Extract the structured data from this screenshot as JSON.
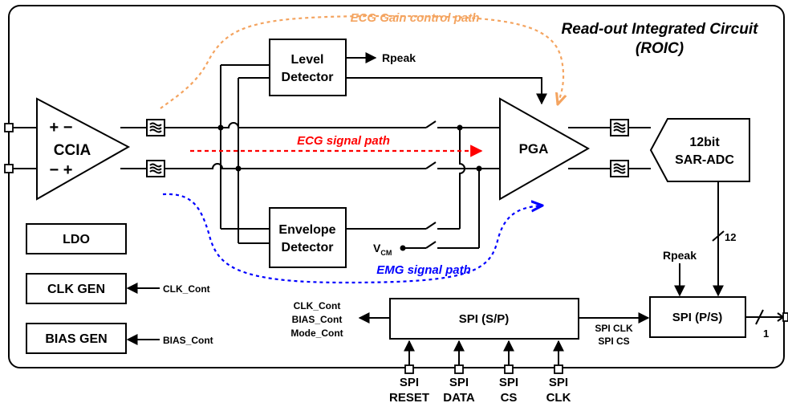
{
  "title": {
    "line1": "Read-out Integrated Circuit",
    "line2": "(ROIC)"
  },
  "paths": {
    "ecg_gain": "ECG Gain control path",
    "ecg_signal": "ECG signal path",
    "emg_signal": "EMG signal path"
  },
  "blocks": {
    "ccia": "CCIA",
    "ccia_top_signs": "+ −",
    "ccia_bottom_signs": "− +",
    "level_detector": [
      "Level",
      "Detector"
    ],
    "envelope_detector": [
      "Envelope",
      "Detector"
    ],
    "pga": "PGA",
    "adc": [
      "12bit",
      "SAR-ADC"
    ],
    "ldo": "LDO",
    "clk_gen": "CLK GEN",
    "bias_gen": "BIAS GEN",
    "spi_sp": "SPI (S/P)",
    "spi_ps": "SPI (P/S)"
  },
  "signals": {
    "rpeak_out": "Rpeak",
    "rpeak_in": "Rpeak",
    "vcm_main": "V",
    "vcm_sub": "CM",
    "bus_width": "12",
    "out_width": "1",
    "clk_cont": "CLK_Cont",
    "bias_cont": "BIAS_Cont",
    "spi_outputs": [
      "CLK_Cont",
      "BIAS_Cont",
      "Mode_Cont"
    ],
    "spi_link": [
      "SPI CLK",
      "SPI CS"
    ]
  },
  "pins": [
    {
      "top": "SPI",
      "bottom": "RESET"
    },
    {
      "top": "SPI",
      "bottom": "DATA"
    },
    {
      "top": "SPI",
      "bottom": "CS"
    },
    {
      "top": "SPI",
      "bottom": "CLK"
    }
  ],
  "colors": {
    "ecg_gain": "#f4a460",
    "ecg_signal": "#ff0000",
    "emg_signal": "#0000ff"
  }
}
